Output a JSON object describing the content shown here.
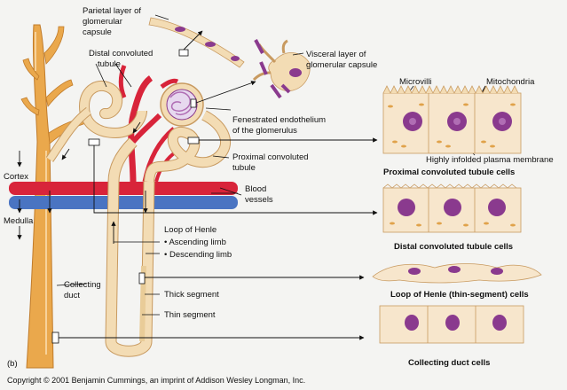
{
  "labels": {
    "parietal": [
      "Parietal layer of",
      "glomerular",
      "capsule"
    ],
    "visceral": [
      "Visceral layer of",
      "glomerular capsule"
    ],
    "distal_tubule": [
      "Distal convoluted",
      "tubule"
    ],
    "fenestrated": [
      "Fenestrated endothelium",
      "of the glomerulus"
    ],
    "proximal_tubule": [
      "Proximal convoluted",
      "tubule"
    ],
    "cortex": "Cortex",
    "medulla": "Medulla",
    "blood_vessels": [
      "Blood",
      "vessels"
    ],
    "loop_of_henle": "Loop of Henle",
    "ascending": "• Ascending limb",
    "descending": "• Descending limb",
    "collecting_duct": [
      "Collecting",
      "duct"
    ],
    "thick_segment": "Thick segment",
    "thin_segment": "Thin segment",
    "panel": "(b)",
    "microvilli": "Microvilli",
    "mitochondria": "Mitochondria",
    "infolded": "Highly infolded plasma membrane"
  },
  "captions": {
    "proximal_cells": "Proximal convoluted tubule cells",
    "distal_cells": "Distal convoluted tubule cells",
    "henle_cells": "Loop of Henle (thin-segment) cells",
    "collecting_cells": "Collecting duct cells"
  },
  "copyright": "Copyright © 2001 Benjamin Cummings, an imprint of Addison Wesley Longman, Inc.",
  "colors": {
    "tubule": "#f3dcb4",
    "tubule_edge": "#c89a60",
    "duct": "#eaa84c",
    "artery": "#d8243a",
    "vein": "#4a74c2",
    "nucleus": "#8a3a8e",
    "cell_fill": "#f7e6cc"
  }
}
